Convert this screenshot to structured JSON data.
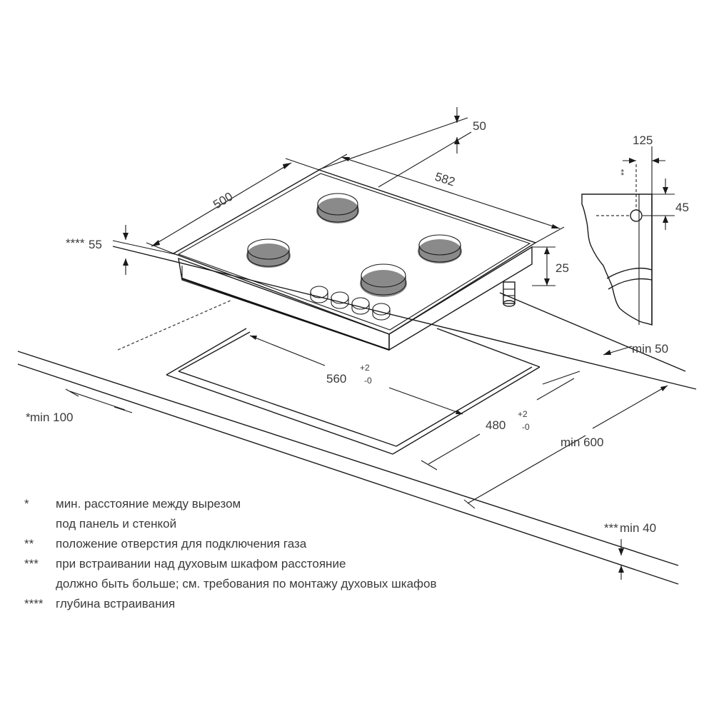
{
  "dimensions": {
    "top_margin": "50",
    "width_582": "582",
    "depth_500": "500",
    "depth_55": "55",
    "depth_55_mark": "****",
    "height_25": "25",
    "bracket_125": "125",
    "bracket_45": "45",
    "bracket_mark": "**",
    "min_50": "min 50",
    "cutout_560": "560",
    "cutout_560_tol_plus": "+2",
    "cutout_560_tol_minus": "-0",
    "cutout_480": "480",
    "cutout_480_tol_plus": "+2",
    "cutout_480_tol_minus": "-0",
    "min_100": "min 100",
    "min_100_mark": "*",
    "min_600": "min 600",
    "min_40": "min 40",
    "min_40_mark": "***"
  },
  "notes": [
    {
      "mark": "*",
      "lines": [
        "мин. расстояние между вырезом",
        "под панель и стенкой"
      ]
    },
    {
      "mark": "**",
      "lines": [
        "положение отверстия для подключения газа"
      ]
    },
    {
      "mark": "***",
      "lines": [
        "при встраивании над духовым шкафом расстояние",
        "должно быть больше; см. требования по монтажу духовых шкафов"
      ]
    },
    {
      "mark": "****",
      "lines": [
        "глубина встраивания"
      ]
    }
  ],
  "colors": {
    "line": "#1a1a1a",
    "text": "#3a3a3a",
    "background": "#ffffff"
  }
}
